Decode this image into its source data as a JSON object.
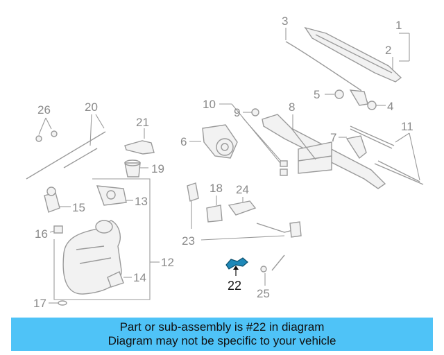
{
  "callouts": {
    "c1": "1",
    "c2": "2",
    "c3": "3",
    "c4": "4",
    "c5": "5",
    "c6": "6",
    "c7": "7",
    "c8": "8",
    "c9": "9",
    "c10": "10",
    "c11": "11",
    "c12": "12",
    "c13": "13",
    "c14": "14",
    "c15": "15",
    "c16": "16",
    "c17": "17",
    "c18": "18",
    "c19": "19",
    "c20": "20",
    "c21": "21",
    "c22": "22",
    "c23": "23",
    "c24": "24",
    "c25": "25",
    "c26": "26"
  },
  "highlight_color": "#1e88b8",
  "banner": {
    "line1": "Part or sub-assembly is #22 in diagram",
    "line2": "Diagram may not be specific to your vehicle",
    "color": "#4fc3f7"
  }
}
